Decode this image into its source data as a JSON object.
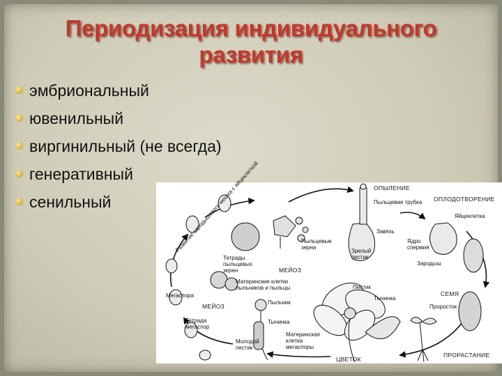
{
  "title": {
    "line1": "Периодизация индивидуального",
    "line2": "развития"
  },
  "stages": [
    "эмбриональный",
    "ювенильный",
    "виргинильный (не всегда)",
    "генеративный",
    "сенильный"
  ],
  "diagram": {
    "labels": {
      "pollination": "ОПЫЛЕНИЕ",
      "fertilization": "ОПЛОДОТВОРЕНИЕ",
      "pollen_tube": "Пыльцевая трубка",
      "ovule": "Яйцеклетка",
      "ovary": "Завязь",
      "pollen_grains": "Пыльцевые зерна",
      "mature_pistil": "Зрелый пестик",
      "sperm_nucleus": "Ядро спермия",
      "embryo": "Зародыш",
      "seed": "СЕМЯ",
      "sprout": "Проросток",
      "germination": "ПРОРАСТАНИЕ",
      "flower": "ЦВЕТОК",
      "pistil": "Пестик",
      "stamen": "Тычинка",
      "meiosis_top": "МЕЙОЗ",
      "meiosis_left": "МЕЙОЗ",
      "pollen_tetrads": "Тетрады пыльцевых зерен",
      "mother_cells_pollen": "Материнские клетки пыльников и пыльцы",
      "anther": "Пыльник",
      "stamen_small": "Тычинка",
      "megaspore": "Мегаспора",
      "megaspore_tetrad": "Тетрада мегаспор",
      "young_pistil": "Молодой пестик",
      "mother_cell_megaspore": "Материнская клетка мегаспоры",
      "embryo_sac_development": "Развитие зародышевого мешка с яйцеклеткой"
    }
  }
}
